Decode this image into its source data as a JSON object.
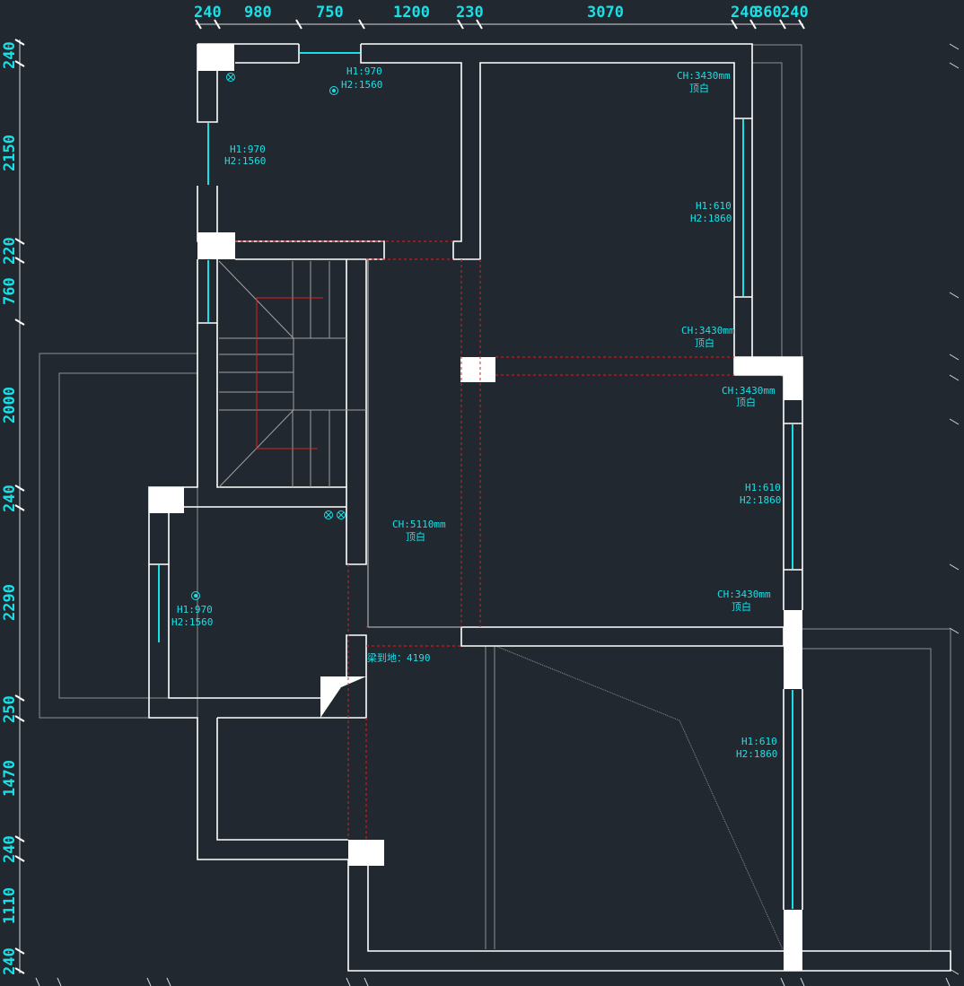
{
  "top_dimensions": [
    "240",
    "980",
    "750",
    "1200",
    "230",
    "3070",
    "240",
    "360",
    "240"
  ],
  "left_dimensions": [
    "240",
    "2150",
    "220",
    "760",
    "2000",
    "240",
    "2290",
    "250",
    "1470",
    "240",
    "1110",
    "240"
  ],
  "annotations": {
    "room1_window": {
      "h1": "H1:970",
      "h2": "H2:1560"
    },
    "room1_side_window": {
      "h1": "H1:970",
      "h2": "H2:1560"
    },
    "room2_window": {
      "h1": "H1:610",
      "h2": "H2:1860"
    },
    "room2_ch1": {
      "ch": "CH:3430mm",
      "label": "顶白"
    },
    "room2_ch2": {
      "ch": "CH:3430mm",
      "label": "顶白"
    },
    "hall_ch": {
      "ch": "CH:3430mm",
      "label": "顶白"
    },
    "hall_window": {
      "h1": "H1:610",
      "h2": "H2:1860"
    },
    "hall_ch2": {
      "ch": "CH:3430mm",
      "label": "顶白"
    },
    "center_ch": {
      "ch": "CH:5110mm",
      "label": "顶白"
    },
    "room3_window": {
      "h1": "H1:970",
      "h2": "H2:1560"
    },
    "beam": "梁到地：4190",
    "lower_window": {
      "h1": "H1:610",
      "h2": "H2:1860"
    }
  },
  "colors": {
    "background": "#212830",
    "dimension_text": "#19e0e6",
    "walls": "#ffffff",
    "beam_lines": "#e02020"
  }
}
